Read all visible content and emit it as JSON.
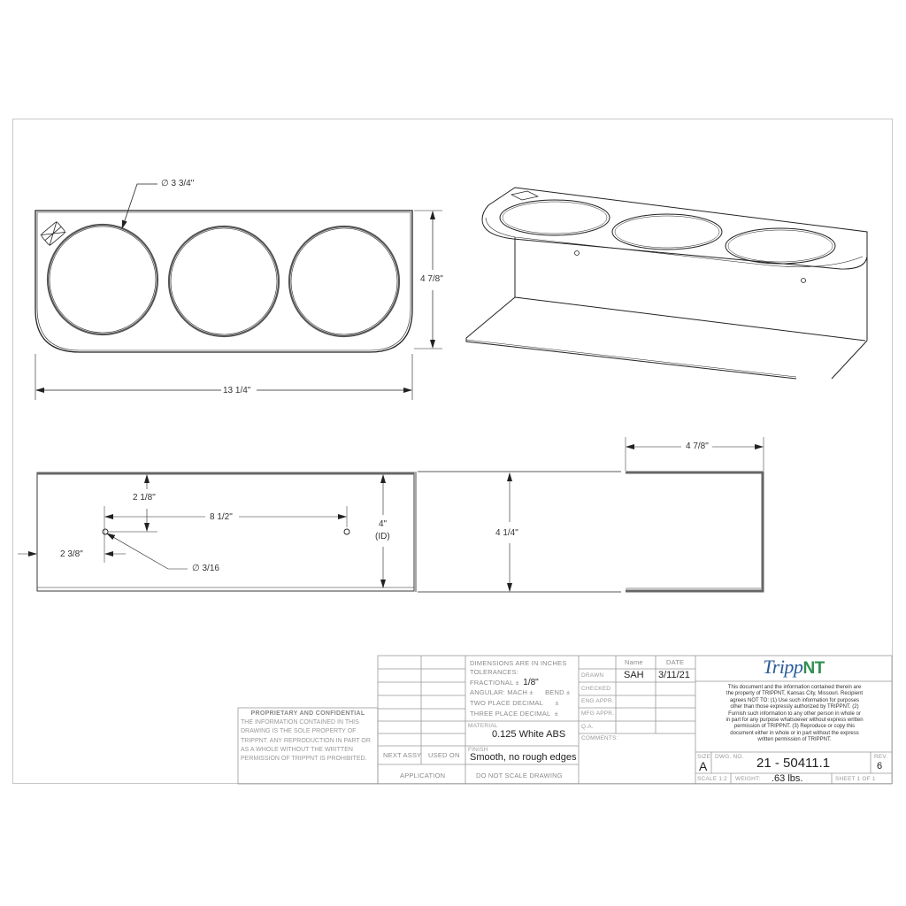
{
  "drawing": {
    "views": {
      "top_view": {
        "hole_diameter_label": "∅ 3 3/4\"",
        "width_label": "13 1/4\"",
        "depth_label": "4 7/8\"",
        "hole_count": 3
      },
      "front_view": {
        "hole_vertical_offset_label": "2 1/8\"",
        "hole_spacing_label": "8 1/2\"",
        "hole_edge_offset_label": "2 3/8\"",
        "mount_hole_diameter_label": "∅ 3/16",
        "inner_height_label": "4\"",
        "inner_height_note": "(ID)"
      },
      "side_view": {
        "height_label": "4 1/4\"",
        "depth_label": "4 7/8\""
      },
      "isometric_view": {
        "description": "3-hole cup holder shelf, isometric"
      }
    }
  },
  "proprietary": {
    "title": "PROPRIETARY AND CONFIDENTIAL",
    "body": "THE INFORMATION CONTAINED IN THIS DRAWING IS THE SOLE PROPERTY OF TRIPPNT.  ANY REPRODUCTION IN PART OR AS A WHOLE WITHOUT THE WRITTEN PERMISSION OF TRIPPNT IS PROHIBITED."
  },
  "title_block": {
    "next_assy_label": "NEXT ASSY",
    "used_on_label": "USED ON",
    "application_label": "APPLICATION",
    "tolerances": {
      "line1": "DIMENSIONS ARE IN INCHES",
      "line2": "TOLERANCES:",
      "fractional_label": "FRACTIONAL ±",
      "fractional_value": "1/8\"",
      "angular_label": "ANGULAR: MACH ±",
      "bend_label": "BEND ±",
      "two_place_label": "TWO PLACE DECIMAL",
      "two_place_sym": "±",
      "three_place_label": "THREE PLACE DECIMAL",
      "three_place_sym": "±"
    },
    "material_label": "MATERIAL",
    "material_value": "0.125 White ABS",
    "finish_label": "FINISH",
    "finish_value": "Smooth, no rough edges",
    "do_not_scale": "DO  NOT  SCALE  DRAWING",
    "name_header": "Name",
    "date_header": "DATE",
    "drawn_label": "DRAWN",
    "drawn_name": "SAH",
    "drawn_date": "3/11/21",
    "checked_label": "CHECKED",
    "eng_appr_label": "ENG APPR.",
    "mfg_appr_label": "MFG APPR.",
    "qa_label": "Q.A.",
    "comments_label": "COMMENTS:",
    "company_logo_main": "Tripp",
    "company_logo_accent": "NT",
    "notice": "This document and the information contained therein are the property of TRIPPNT, Kansas City, Missouri. Recipient agrees NOT TO: (1) Use such information for purposes other than those expressly authorized by TRIPPNT. (2) Furnish such information to any other person in whole or in part for any purpose whatsoever without express  written permission of TRIPPNT. (3) Reproduce or copy this document either in whole or in part without the express written permission of TRIPPNT.",
    "size_label": "SIZE",
    "size_value": "A",
    "dwg_no_label": "DWG.  NO.",
    "dwg_no_value": "21 - 50411.1",
    "rev_label": "REV.",
    "rev_value": "6",
    "scale_label": "SCALE 1:2",
    "weight_label": "WEIGHT:",
    "weight_value": ".63 lbs.",
    "sheet_label": "SHEET 1 OF 1"
  },
  "colors": {
    "line": "#222222",
    "dim_line": "#333333",
    "frame": "#c8c8c8",
    "grid": "#999999",
    "logo_blue": "#2a5b9a",
    "logo_green": "#2f8f4e"
  }
}
